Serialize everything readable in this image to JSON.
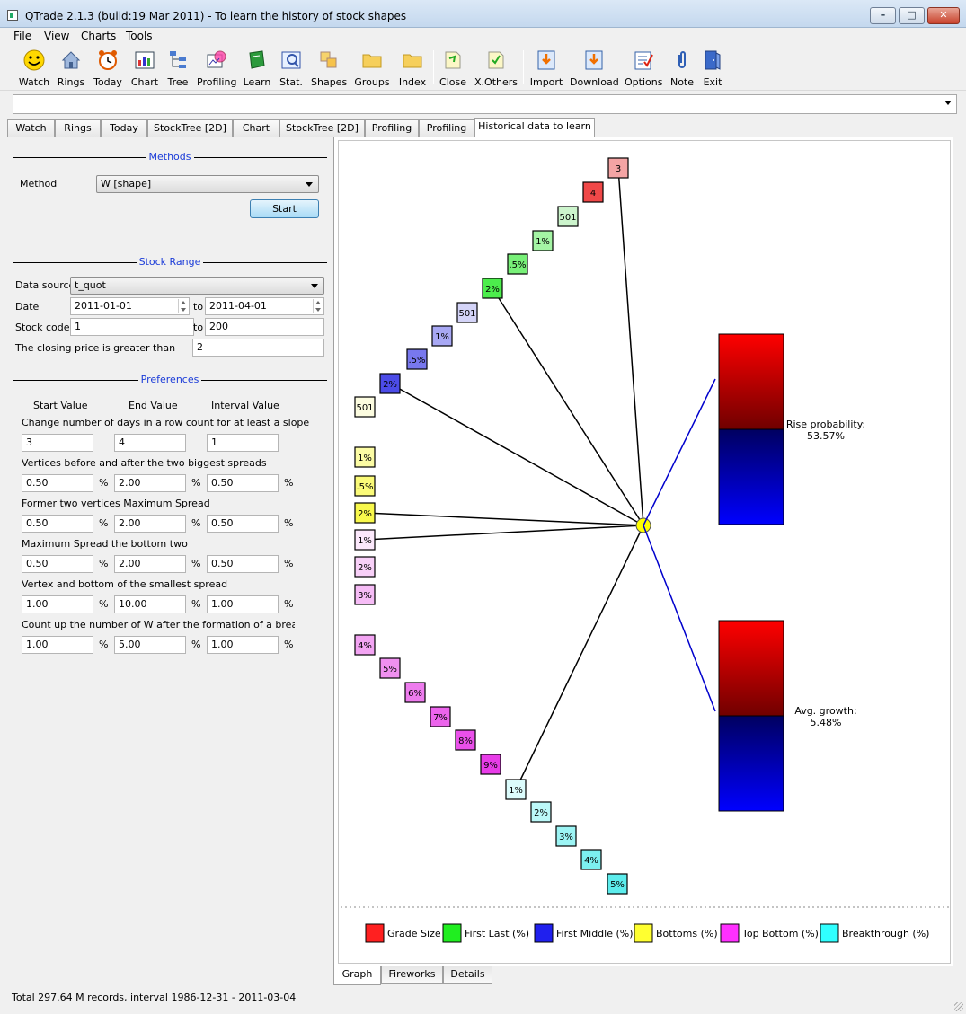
{
  "window": {
    "title": "QTrade 2.1.3 (build:19 Mar 2011) - To learn the history of stock shapes",
    "minimize": "–",
    "maximize": "□",
    "close": "✕"
  },
  "menu": [
    "File",
    "View",
    "Charts",
    "Tools"
  ],
  "toolbar": [
    {
      "label": "Watch",
      "icon": "smiley-icon"
    },
    {
      "label": "Rings",
      "icon": "house-icon"
    },
    {
      "label": "Today",
      "icon": "alarm-clock-icon"
    },
    {
      "label": "Chart",
      "icon": "bar-chart-icon"
    },
    {
      "label": "Tree",
      "icon": "tree-icon"
    },
    {
      "label": "Profiling",
      "icon": "profiling-icon"
    },
    {
      "label": "Learn",
      "icon": "book-icon"
    },
    {
      "label": "Stat.",
      "icon": "stat-icon"
    },
    {
      "label": "Shapes",
      "icon": "shapes-icon"
    },
    {
      "label": "Groups",
      "icon": "folder-icon"
    },
    {
      "label": "Index",
      "icon": "folder-icon"
    },
    {
      "label": "Close",
      "icon": "close-doc-icon"
    },
    {
      "label": "X.Others",
      "icon": "xothers-icon"
    },
    {
      "label": "Import",
      "icon": "import-icon"
    },
    {
      "label": "Download",
      "icon": "download-icon"
    },
    {
      "label": "Options",
      "icon": "options-icon"
    },
    {
      "label": "Note",
      "icon": "paperclip-icon"
    },
    {
      "label": "Exit",
      "icon": "exit-door-icon"
    }
  ],
  "tabs": [
    "Watch",
    "Rings",
    "Today",
    "StockTree [2D]",
    "Chart",
    "StockTree [2D]",
    "Profiling",
    "Profiling",
    "Historical data to learn"
  ],
  "methods": {
    "title": "Methods",
    "method_label": "Method",
    "method_value": "W [shape]",
    "start_label": "Start"
  },
  "stock_range": {
    "title": "Stock Range",
    "data_source_label": "Data source",
    "data_source_value": "t_quot",
    "date_label": "Date",
    "date_from": "2011-01-01",
    "to_label": "to",
    "date_to": "2011-04-01",
    "stock_code_label": "Stock code",
    "code_from": "1",
    "code_to": "200",
    "closing_label": "The closing price is greater than",
    "closing_value": "2"
  },
  "preferences": {
    "title": "Preferences",
    "col_start": "Start Value",
    "col_end": "End Value",
    "col_interval": "Interval Value",
    "rows": [
      {
        "label": "Change number of days in a row count for at least a slope",
        "start": "3",
        "end": "4",
        "interval": "1",
        "unit": ""
      },
      {
        "label": "Vertices before and after the two biggest spreads",
        "start": "0.50",
        "end": "2.00",
        "interval": "0.50",
        "unit": "%"
      },
      {
        "label": "Former two vertices Maximum Spread",
        "start": "0.50",
        "end": "2.00",
        "interval": "0.50",
        "unit": "%"
      },
      {
        "label": "Maximum Spread the bottom two",
        "start": "0.50",
        "end": "2.00",
        "interval": "0.50",
        "unit": "%"
      },
      {
        "label": "Vertex and bottom of the smallest spread",
        "start": "1.00",
        "end": "10.00",
        "interval": "1.00",
        "unit": "%"
      },
      {
        "label": "Count up the number of W after the formation of a breakthrou",
        "start": "1.00",
        "end": "5.00",
        "interval": "1.00",
        "unit": "%"
      }
    ]
  },
  "graph": {
    "nodes": [
      {
        "text": "3",
        "color": "#f4a4a4",
        "group": "grade"
      },
      {
        "text": "4",
        "color": "#f04848",
        "group": "grade"
      },
      {
        "text": "501",
        "color": "#ccf4cc",
        "group": "first_last"
      },
      {
        "text": "1%",
        "color": "#a4f4a4",
        "group": "first_last"
      },
      {
        "text": ".5%",
        "color": "#78f078",
        "group": "first_last"
      },
      {
        "text": "2%",
        "color": "#4ced4c",
        "group": "first_last"
      },
      {
        "text": "501",
        "color": "#d4d4f8",
        "group": "first_middle"
      },
      {
        "text": "1%",
        "color": "#a8a8f4",
        "group": "first_middle"
      },
      {
        "text": ".5%",
        "color": "#7878ee",
        "group": "first_middle"
      },
      {
        "text": "2%",
        "color": "#4c4ce8",
        "group": "first_middle"
      },
      {
        "text": "501",
        "color": "#fcfce0",
        "group": "bottoms"
      },
      {
        "text": "1%",
        "color": "#fcfca4",
        "group": "bottoms"
      },
      {
        "text": ".5%",
        "color": "#fafa78",
        "group": "bottoms"
      },
      {
        "text": "2%",
        "color": "#f8f84c",
        "group": "bottoms"
      },
      {
        "text": "1%",
        "color": "#fbe8fb",
        "group": "top_bottom"
      },
      {
        "text": "2%",
        "color": "#f8d0f8",
        "group": "top_bottom"
      },
      {
        "text": "3%",
        "color": "#f6bcf6",
        "group": "top_bottom"
      },
      {
        "text": "4%",
        "color": "#f3a4f3",
        "group": "top_bottom"
      },
      {
        "text": "5%",
        "color": "#f090f0",
        "group": "top_bottom"
      },
      {
        "text": "6%",
        "color": "#ee7cee",
        "group": "top_bottom"
      },
      {
        "text": "7%",
        "color": "#ec64ec",
        "group": "top_bottom"
      },
      {
        "text": "8%",
        "color": "#ea50ea",
        "group": "top_bottom"
      },
      {
        "text": "9%",
        "color": "#e83ce8",
        "group": "top_bottom"
      },
      {
        "text": "1%",
        "color": "#dcfcfc",
        "group": "breakthrough"
      },
      {
        "text": "2%",
        "color": "#bcf8f8",
        "group": "breakthrough"
      },
      {
        "text": "3%",
        "color": "#9cf4f4",
        "group": "breakthrough"
      },
      {
        "text": "4%",
        "color": "#7cf0f0",
        "group": "breakthrough"
      },
      {
        "text": "5%",
        "color": "#5cecec",
        "group": "breakthrough"
      }
    ],
    "rise_label": "Rise probability:",
    "rise_value": "53.57%",
    "growth_label": "Avg. growth:",
    "growth_value": "5.48%",
    "legend": [
      {
        "label": "Grade Size",
        "color": "#ff2020"
      },
      {
        "label": "First Last (%)",
        "color": "#20ee20"
      },
      {
        "label": "First Middle (%)",
        "color": "#2020ee"
      },
      {
        "label": "Bottoms (%)",
        "color": "#ffff30"
      },
      {
        "label": "Top Bottom (%)",
        "color": "#ff30ff"
      },
      {
        "label": "Breakthrough (%)",
        "color": "#30ffff"
      }
    ]
  },
  "bottom_tabs": [
    "Graph",
    "Fireworks",
    "Details"
  ],
  "status": "Total 297.64 M records, interval 1986-12-31 - 2011-03-04"
}
